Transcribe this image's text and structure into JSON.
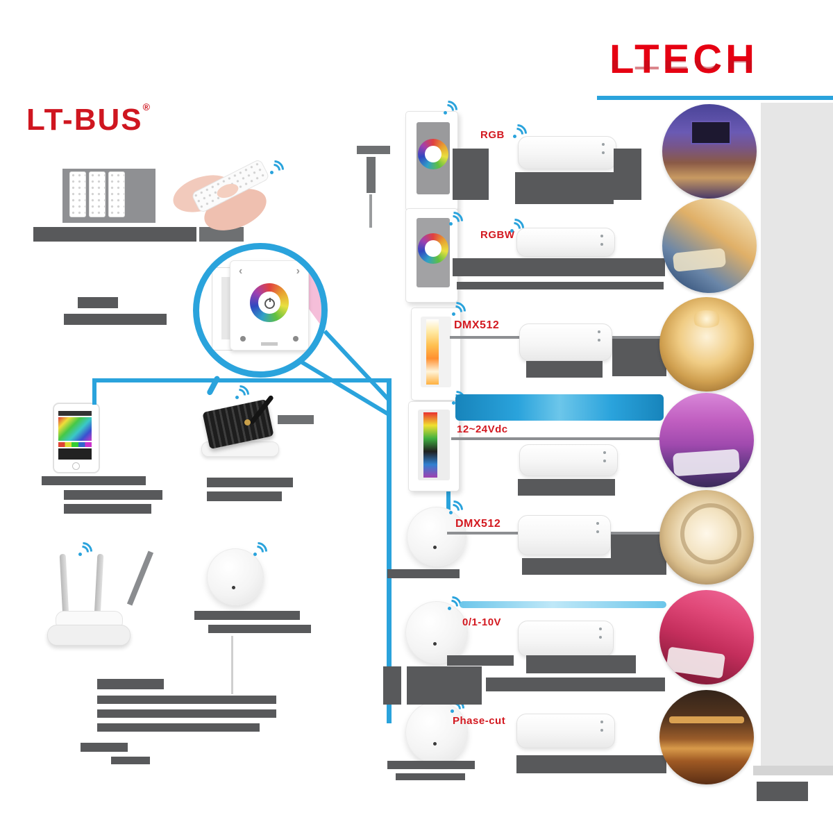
{
  "brand": {
    "logo_text": "LTECH"
  },
  "system": {
    "logo_text": "LT-BUS",
    "reg_mark": "®"
  },
  "rows": [
    {
      "label": "RGB"
    },
    {
      "label": "RGBW"
    },
    {
      "label": "DMX512"
    },
    {
      "label": "12~24Vdc"
    },
    {
      "label": "DMX512"
    },
    {
      "label": "0/1-10V"
    },
    {
      "label": "Phase-cut"
    }
  ],
  "magnifier_panel": {
    "arrow_left": "‹",
    "arrow_right": "›"
  },
  "scenes": [
    "home-theater",
    "seaside-living-room",
    "hotel-lobby",
    "bedroom",
    "dome-ceiling",
    "bar-lounge",
    "bar-counter"
  ],
  "colors": {
    "brand_red": "#e60012",
    "label_red": "#d31920",
    "accent_blue": "#2aa3dc",
    "text_bar_gray": "#58595b"
  }
}
